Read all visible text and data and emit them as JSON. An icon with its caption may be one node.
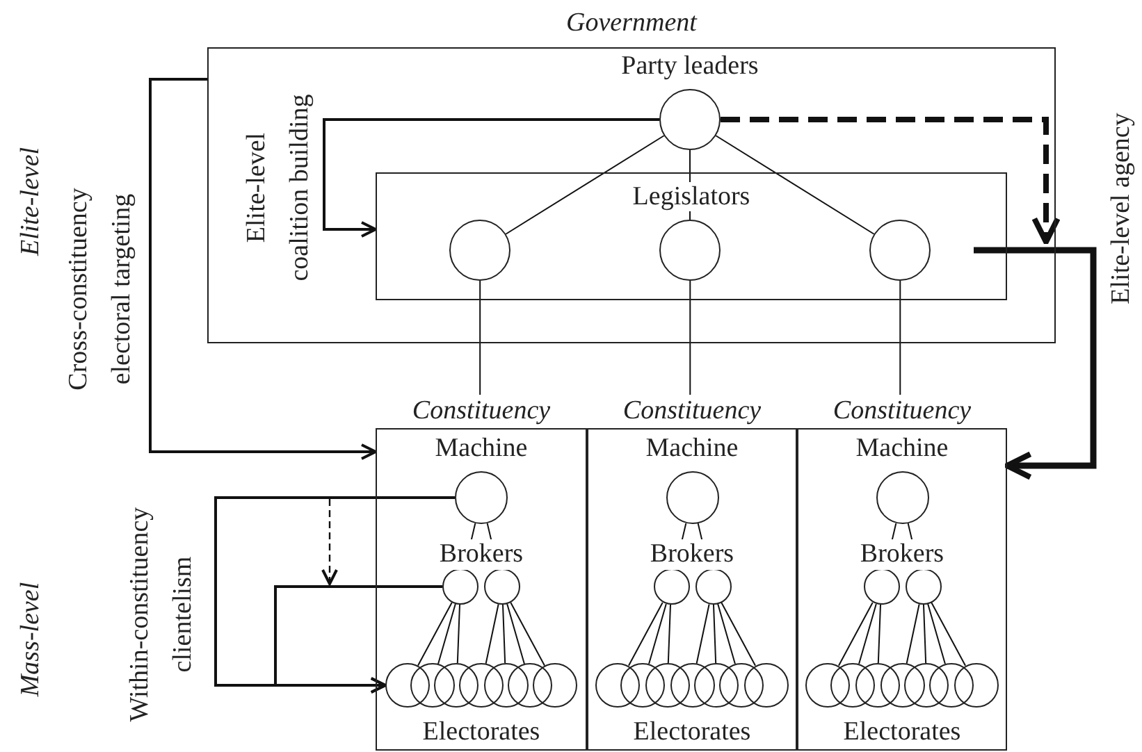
{
  "diagram": {
    "nodes": [
      {
        "text": [
          "Government"
        ]
      },
      {
        "text": [],
        "shape": "circle",
        "in": 0,
        "beside": [
          "Party leaders"
        ]
      },
      {
        "text": [
          "Legislators"
        ],
        "in": 0
      },
      {
        "text": [],
        "shape": "circle",
        "in": 2
      },
      {
        "text": [],
        "shape": "circle",
        "in": 2
      },
      {
        "text": [],
        "shape": "circle",
        "in": 2
      },
      {
        "text": [
          "Constituency"
        ]
      },
      {
        "text": [],
        "shape": "circle",
        "in": 6,
        "beside": [
          "Machine"
        ]
      },
      {
        "text": [],
        "shape": "circle",
        "in": 6
      },
      {
        "text": [],
        "shape": "circle",
        "in": 6
      },
      {
        "text": [],
        "shape": "circle",
        "in": 6
      },
      {
        "text": [],
        "shape": "circle",
        "in": 6
      },
      {
        "text": [],
        "shape": "circle",
        "in": 6
      },
      {
        "text": [],
        "shape": "circle",
        "in": 6
      },
      {
        "text": [],
        "shape": "circle",
        "in": 6
      },
      {
        "text": [],
        "shape": "circle",
        "in": 6
      },
      {
        "text": [],
        "shape": "circle",
        "in": 6
      },
      {
        "text": [
          "Constituency"
        ]
      },
      {
        "text": [],
        "shape": "circle",
        "in": 17,
        "beside": [
          "Machine"
        ]
      },
      {
        "text": [],
        "shape": "circle",
        "in": 17
      },
      {
        "text": [],
        "shape": "circle",
        "in": 17
      },
      {
        "text": [],
        "shape": "circle",
        "in": 17
      },
      {
        "text": [],
        "shape": "circle",
        "in": 17
      },
      {
        "text": [],
        "shape": "circle",
        "in": 17
      },
      {
        "text": [],
        "shape": "circle",
        "in": 17
      },
      {
        "text": [],
        "shape": "circle",
        "in": 17
      },
      {
        "text": [],
        "shape": "circle",
        "in": 17
      },
      {
        "text": [],
        "shape": "circle",
        "in": 17
      },
      {
        "text": [
          "Constituency"
        ]
      },
      {
        "text": [],
        "shape": "circle",
        "in": 28,
        "beside": [
          "Machine"
        ]
      },
      {
        "text": [],
        "shape": "circle",
        "in": 28
      },
      {
        "text": [],
        "shape": "circle",
        "in": 28
      },
      {
        "text": [],
        "shape": "circle",
        "in": 28
      },
      {
        "text": [],
        "shape": "circle",
        "in": 28
      },
      {
        "text": [],
        "shape": "circle",
        "in": 28
      },
      {
        "text": [],
        "shape": "circle",
        "in": 28
      },
      {
        "text": [],
        "shape": "circle",
        "in": 28
      },
      {
        "text": [],
        "shape": "circle",
        "in": 28
      },
      {
        "text": [],
        "shape": "circle",
        "in": 28
      }
    ],
    "edges": [
      {
        "from": 0,
        "to": 6,
        "arrow": "to"
      },
      {
        "from": 1,
        "to": 2,
        "arrow": "to"
      },
      {
        "from": 1,
        "to": null,
        "arrow": "to",
        "style": "dashed"
      },
      {
        "from": null,
        "to": 28,
        "arrow": "to",
        "style": "thick"
      },
      {
        "from": 1,
        "to": 3,
        "arrow": "none"
      },
      {
        "from": 1,
        "to": 4,
        "arrow": "none"
      },
      {
        "from": 1,
        "to": 5,
        "arrow": "none"
      },
      {
        "from": 3,
        "to": 6,
        "arrow": "none"
      },
      {
        "from": 4,
        "to": 17,
        "arrow": "none"
      },
      {
        "from": 5,
        "to": 28,
        "arrow": "none"
      },
      {
        "from": 7,
        "to": 8,
        "arrow": "none"
      },
      {
        "from": 7,
        "to": 9,
        "arrow": "none"
      },
      {
        "from": 8,
        "to": 10,
        "arrow": "none"
      },
      {
        "from": 8,
        "to": 11,
        "arrow": "none"
      },
      {
        "from": 8,
        "to": 12,
        "arrow": "none"
      },
      {
        "from": 9,
        "to": 13,
        "arrow": "none"
      },
      {
        "from": 9,
        "to": 14,
        "arrow": "none"
      },
      {
        "from": 9,
        "to": 15,
        "arrow": "none"
      },
      {
        "from": 9,
        "to": 16,
        "arrow": "none"
      },
      {
        "from": 18,
        "to": 19,
        "arrow": "none"
      },
      {
        "from": 18,
        "to": 20,
        "arrow": "none"
      },
      {
        "from": 19,
        "to": 21,
        "arrow": "none"
      },
      {
        "from": 19,
        "to": 22,
        "arrow": "none"
      },
      {
        "from": 19,
        "to": 23,
        "arrow": "none"
      },
      {
        "from": 20,
        "to": 24,
        "arrow": "none"
      },
      {
        "from": 20,
        "to": 25,
        "arrow": "none"
      },
      {
        "from": 20,
        "to": 26,
        "arrow": "none"
      },
      {
        "from": 20,
        "to": 27,
        "arrow": "none"
      },
      {
        "from": 29,
        "to": 30,
        "arrow": "none"
      },
      {
        "from": 29,
        "to": 31,
        "arrow": "none"
      },
      {
        "from": 30,
        "to": 32,
        "arrow": "none"
      },
      {
        "from": 30,
        "to": 33,
        "arrow": "none"
      },
      {
        "from": 30,
        "to": 34,
        "arrow": "none"
      },
      {
        "from": 31,
        "to": 35,
        "arrow": "none"
      },
      {
        "from": 31,
        "to": 36,
        "arrow": "none"
      },
      {
        "from": 31,
        "to": 37,
        "arrow": "none"
      },
      {
        "from": 31,
        "to": 38,
        "arrow": "none"
      },
      {
        "from": 7,
        "to": 10,
        "arrow": "to"
      },
      {
        "from": 8,
        "to": 10,
        "arrow": "to"
      }
    ],
    "labels": [
      "Elite-level",
      "Elite-level coalition building",
      "Cross-constituency electoral targeting",
      "Elite-level agency",
      "Mass-level",
      "Within-constituency clientelism",
      "Brokers",
      "Brokers",
      "Brokers",
      "Electorates",
      "Electorates",
      "Electorates"
    ]
  }
}
